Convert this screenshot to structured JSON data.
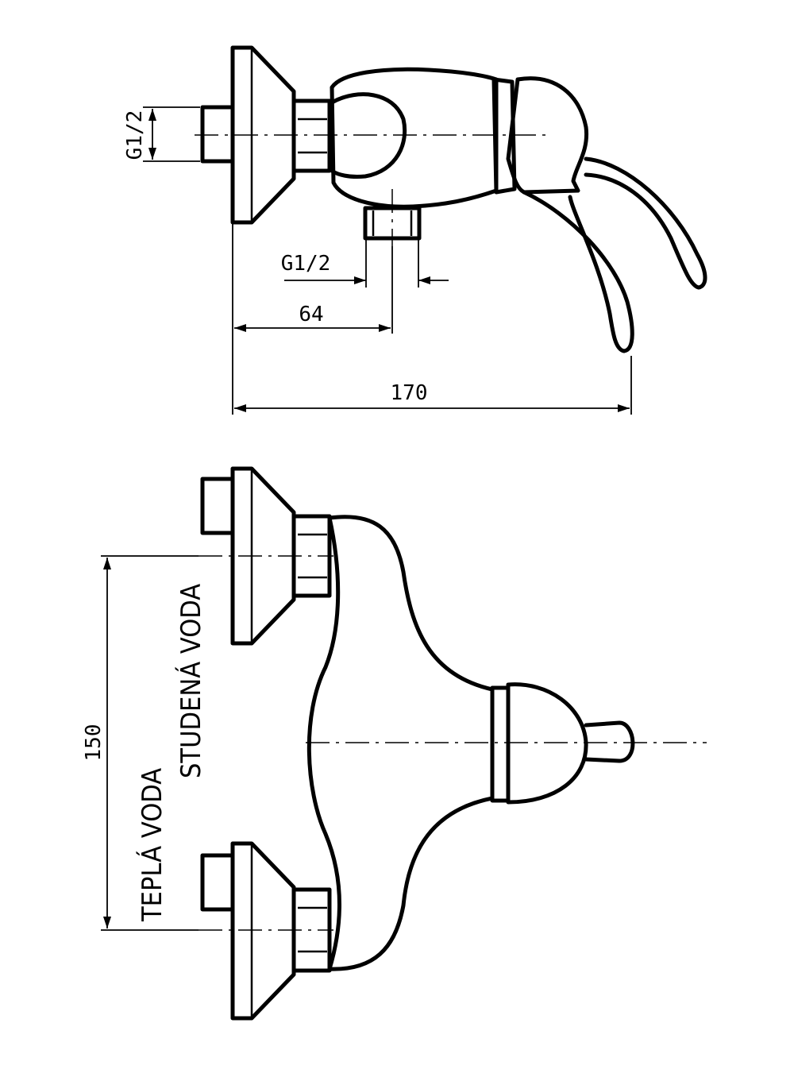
{
  "side_view": {
    "dim_inlet_thread": "G1/2",
    "dim_outlet_thread": "G1/2",
    "dim_outlet_offset": "64",
    "dim_total_depth": "170"
  },
  "front_view": {
    "dim_inlet_spacing": "150",
    "label_cold_water": "STUDENÁ VODA",
    "label_hot_water": "TEPLÁ VODA"
  }
}
